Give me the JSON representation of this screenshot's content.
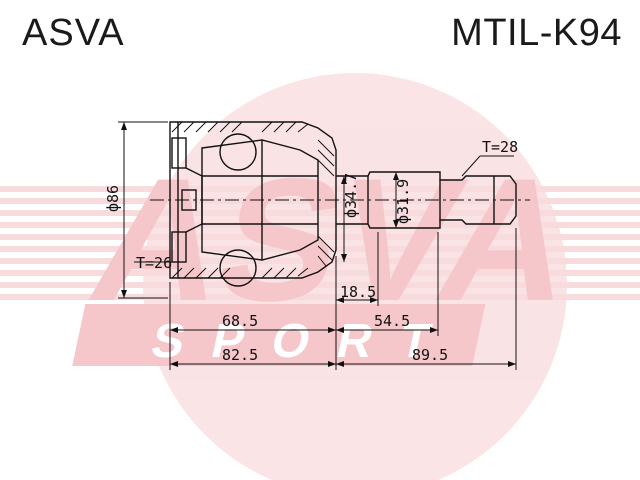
{
  "header": {
    "brand": "ASVA",
    "part_number": "MTIL-K94"
  },
  "watermark": {
    "logo_text": "ASVA",
    "sub_text": "SPORT",
    "color": "#f2b8bc"
  },
  "dimensions": {
    "outer_diameter": "ф86",
    "inner_diameter": "ф34.7",
    "shaft_diameter": "ф31.9",
    "teeth_left": "T=26",
    "teeth_right": "T=28",
    "length_185": "18.5",
    "length_685": "68.5",
    "length_545": "54.5",
    "length_825": "82.5",
    "length_895": "89.5"
  },
  "colors": {
    "drawing": "#111111",
    "watermark": "#f2b8bc"
  }
}
